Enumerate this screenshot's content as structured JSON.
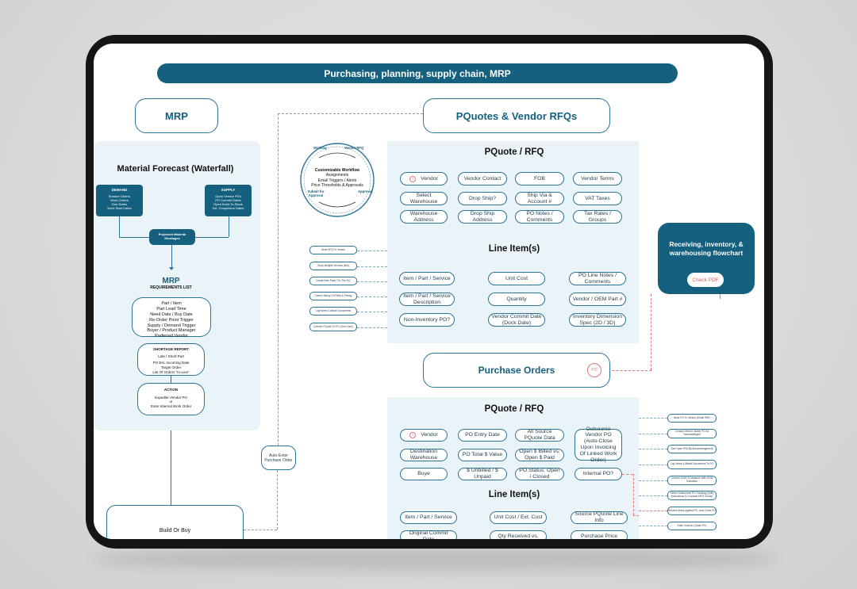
{
  "banner": "Purchasing, planning, supply chain, MRP",
  "mrp": {
    "header": "MRP",
    "forecast_title": "Material Forecast (Waterfall)",
    "demand": {
      "title": "DEMAND",
      "items": [
        "Booked Orders",
        "Work Orders",
        "Due Dates",
        "Work Start Dates"
      ]
    },
    "supply": {
      "title": "SUPPLY",
      "items": [
        "Open Vendor POs",
        "PO Commit Dates",
        "Open Build-To-Stock",
        "Est. Completion Dates"
      ]
    },
    "shortages": "Projected Material Shortages",
    "req_title": "MRP",
    "req_sub": "REQUIREMENTS LIST",
    "req_items": [
      "Part / Item",
      "Part Lead Time",
      "Need Date / Buy Date",
      "Re-Order Point Trigger",
      "Supply / Demand Trigger",
      "Buyer / Product Manager",
      "Preferred Vendor"
    ],
    "shortage_report": {
      "title": "SHORTAGE REPORT",
      "items": [
        "Late / Short Part",
        "PO Est. Incoming Date",
        "Target Order",
        "List Of Orders \"In-Line\""
      ]
    },
    "action": {
      "title": "ACTION",
      "items": [
        "Expedite Vendor PO",
        "or",
        "Enter Internal Work Order"
      ]
    },
    "build_or_buy": "Build Or Buy"
  },
  "auto_enter": "Auto-Enter Purchase Order",
  "workflow": {
    "title": "Customizable Workflow",
    "items": [
      "Assignments",
      "Email Triggers / Alerts",
      "Price Thresholds & Approvals"
    ],
    "labels": [
      "Working",
      "Vendor RFQ",
      "Submit for Approval",
      "Approval"
    ]
  },
  "pquotes": {
    "header": "PQuotes & Vendor RFQs",
    "panel_title": "PQuote / RFQ",
    "fields": [
      "Vendor",
      "Vendor Contact",
      "FOB",
      "Vendor Terms",
      "Select Warehouse",
      "Drop Ship?",
      "Ship Via & Account #",
      "VAT Taxes",
      "Warehouse Address",
      "Drop Ship Address",
      "PO Notes / Comments",
      "Tax Rates / Groups"
    ],
    "line_title": "Line Item(s)",
    "line_fields": [
      "Item / Part / Service",
      "Unit Cost",
      "PO Line Notes / Comments",
      "Item / Part / Service Description",
      "Quantity",
      "Vendor / OEM Part #",
      "Non-Inventory PO?",
      "Vendor Commit Date (Dock Date)",
      "Inventory Dimension Spec (2D / 3D)"
    ],
    "side_actions": [
      "Send RFQ To Vendor",
      "Shop Multiple Vendors (Bid)",
      "Create New Parts \"On The Fly\"",
      "Check History On Parts & Pricing",
      "Log Notes & Attach Documents",
      "Convert PQuote To PO (One-Click)"
    ]
  },
  "receiving": {
    "title": "Receiving, inventory, & warehousing flowchart",
    "button": "Check PDF"
  },
  "po": {
    "header": "Purchase Orders",
    "icon": "PO",
    "panel_title": "PQuote / RFQ",
    "fields": [
      "Vendor",
      "PO Entry Date",
      "All Source PQuote Data",
      "Outsource Vendor PO (Auto-Close Upon Invoicing Of Linked Work Order)",
      "Destination Warehouse",
      "PO Total $ Value",
      "Open $ Billed vs. Open $ Paid",
      "Buye",
      "$ Unbilled / $ Unpaid",
      "PO Status: Open / Closed",
      "Internal PO?"
    ],
    "line_title": "Line Item(s)",
    "line_fields": [
      "Item / Part / Service",
      "Unit Cost / Ext. Cost",
      "Source PQuote Line Info",
      "Original Commit Date",
      "Qty Received vs.",
      "Purchase Price"
    ],
    "side_actions": [
      "Issue PO To Vendor (Email PDF)",
      "Contact Vendor: Match PO As \"Acknowledged\"",
      "Sort Open POs By Acknowledgement",
      "Log Notes & Attach Documents To PO",
      "Convert UOM Of Measure With UOM Calculator",
      "Select Outsourced PO Tracking (Quik) Instructions To Contract MFG Vendor",
      "Resolve Items Against PO, Auto-Close PO",
      "Enter Voucher (Close PO)"
    ]
  }
}
